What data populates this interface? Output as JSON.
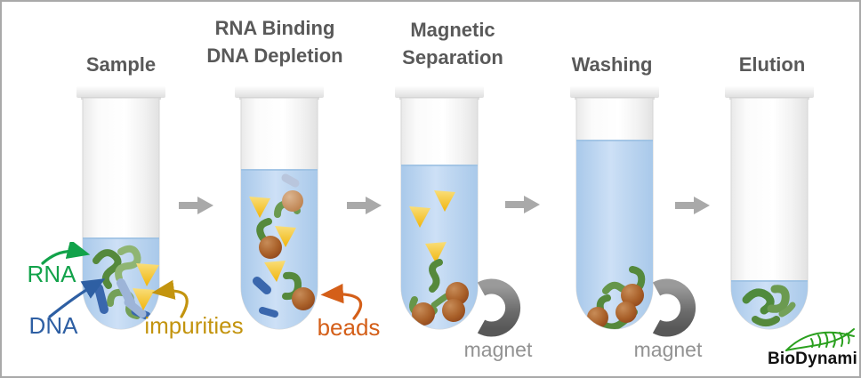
{
  "diagram": {
    "steps": [
      {
        "id": "sample",
        "title_lines": [
          "Sample"
        ]
      },
      {
        "id": "rna-binding",
        "title_lines": [
          "RNA Binding",
          "DNA Depletion"
        ]
      },
      {
        "id": "magnetic-separation",
        "title_lines": [
          "Magnetic",
          "Separation"
        ],
        "magnet_label": "magnet"
      },
      {
        "id": "washing",
        "title_lines": [
          "Washing"
        ],
        "magnet_label": "magnet"
      },
      {
        "id": "elution",
        "title_lines": [
          "Elution"
        ]
      }
    ],
    "annotations": {
      "rna": "RNA",
      "dna": "DNA",
      "impurities": "impurities",
      "beads": "beads"
    },
    "logo_text": "BioDynami",
    "icons": {
      "rna": "rna-strand-icon",
      "dna": "dna-fragment-icon",
      "impurity": "impurity-triangle-icon",
      "bead": "magnetic-bead-icon",
      "magnet": "magnet-icon",
      "flow": "flow-arrow-icon",
      "logo": "biodynami-leaf-icon"
    },
    "colors": {
      "title_gray": "#595959",
      "liquid_blue": "#c0d8f2",
      "rna_green": "#55893c",
      "rna_label_green": "#12a24a",
      "dna_blue": "#3a67ad",
      "dna_light_blue": "#9db4d8",
      "dna_label_blue": "#2e5fa3",
      "impurity_yellow": "#f1b50c",
      "impurity_label_gold": "#c3940e",
      "bead_brown": "#a85f28",
      "bead_label_orange": "#d45f19",
      "magnet_gray": "#6b6b6b",
      "magnet_label_gray": "#929292",
      "flow_arrow_gray": "#a9a9a9",
      "logo_green": "#2aa01e"
    }
  }
}
